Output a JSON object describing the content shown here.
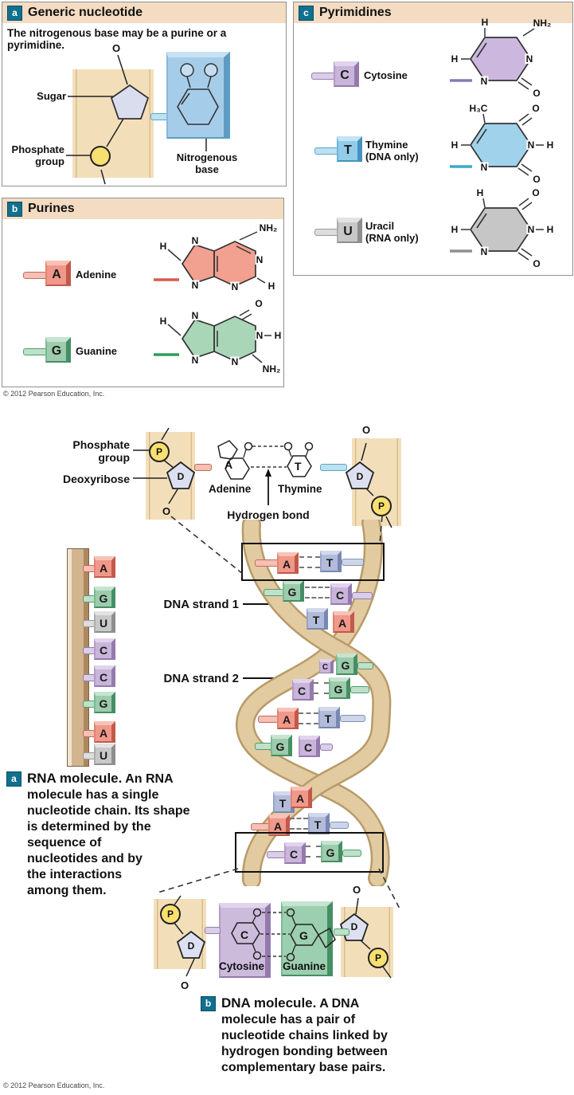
{
  "colors": {
    "badge_teal": "#11708E",
    "header_peach": "#F3DCC2",
    "adenine_red": "#F0988A",
    "guanine_green": "#9CCCAC",
    "cytosine_purple": "#C9B4DA",
    "thymine_blue": "#92CCE8",
    "thymine_periwinkle": "#B2BCDA",
    "uracil_gray": "#C8C8C8",
    "backbone_tan": "#F2DFBA",
    "ribbon_tan": "#DCC394",
    "phosphate_yellow": "#F8E070"
  },
  "panel_a": {
    "badge": "a",
    "title": "Generic nucleotide",
    "subtitle": "The nitrogenous base may be a purine or a pyrimidine.",
    "o_label": "O",
    "sugar_label": "Sugar",
    "phosphate_label": "Phosphate\ngroup",
    "nitrogenous_label": "Nitrogenous\nbase"
  },
  "panel_b": {
    "badge": "b",
    "title": "Purines",
    "copyright": "© 2012 Pearson Education, Inc.",
    "adenine": {
      "letter": "A",
      "name": "Adenine"
    },
    "guanine": {
      "letter": "G",
      "name": "Guanine"
    }
  },
  "panel_c": {
    "badge": "c",
    "title": "Pyrimidines",
    "cytosine": {
      "letter": "C",
      "name": "Cytosine"
    },
    "thymine": {
      "letter": "T",
      "name": "Thymine\n(DNA only)"
    },
    "uracil": {
      "letter": "U",
      "name": "Uracil\n(RNA only)"
    }
  },
  "molecules": {
    "adenine": {
      "h1": "H",
      "n1": "N",
      "nh2": "NH₂",
      "n2": "N",
      "n3": "N",
      "h2": "H",
      "n4": "N"
    },
    "guanine": {
      "h1": "H",
      "n1": "N",
      "o": "O",
      "n2": "N",
      "h2": "H",
      "n3": "N",
      "nh2": "NH₂",
      "n4": "N"
    },
    "cytosine": {
      "h1": "H",
      "nh2": "NH₂",
      "h2": "H",
      "n1": "N",
      "n2": "N",
      "o": "O"
    },
    "thymine": {
      "h3c": "H₃C",
      "o1": "O",
      "h1": "H",
      "n1": "N",
      "h2": "H",
      "n2": "N",
      "o2": "O"
    },
    "uracil": {
      "h1": "H",
      "o1": "O",
      "h2": "H",
      "n1": "N",
      "h3": "H",
      "n2": "N",
      "o2": "O"
    }
  },
  "top_detail": {
    "phosphate_label": "Phosphate\ngroup",
    "deoxyribose_label": "Deoxyribose",
    "p_left": "P",
    "d_left": "D",
    "o_bottom": "O",
    "a": "A",
    "adenine_label": "Adenine",
    "t": "T",
    "thymine_label": "Thymine",
    "hydrogen_bond_label": "Hydrogen bond",
    "d_right": "D",
    "p_right": "P",
    "o_top": "O"
  },
  "rna": {
    "bases": [
      {
        "letter": "A"
      },
      {
        "letter": "G"
      },
      {
        "letter": "U"
      },
      {
        "letter": "C"
      },
      {
        "letter": "C"
      },
      {
        "letter": "G"
      },
      {
        "letter": "A"
      },
      {
        "letter": "U"
      }
    ]
  },
  "helix": {
    "strand1_label": "DNA strand 1",
    "strand2_label": "DNA strand 2",
    "pairs": [
      {
        "l": "A",
        "r": "T"
      },
      {
        "l": "G",
        "r": "C"
      },
      {
        "l": "T",
        "r": "A"
      },
      {
        "l": "C",
        "r": "G"
      },
      {
        "l": "C",
        "r": "G"
      },
      {
        "l": "A",
        "r": "T"
      },
      {
        "l": "G",
        "r": "C"
      },
      {
        "l": "T",
        "r": "A"
      },
      {
        "l": "A",
        "r": "T"
      },
      {
        "l": "C",
        "r": "G"
      }
    ]
  },
  "caption_a": {
    "badge": "a",
    "title": "RNA molecule.",
    "body": "An RNA\nmolecule has a single\nnucleotide chain. Its shape\nis determined by the\nsequence of\nnucleotides and by\nthe interactions\namong them."
  },
  "bottom_detail": {
    "p_left": "P",
    "d_left": "D",
    "o_left": "O",
    "c": "C",
    "cytosine_label": "Cytosine",
    "g": "G",
    "guanine_label": "Guanine",
    "d_right": "D",
    "p_right": "P",
    "o_right": "O"
  },
  "caption_b": {
    "badge": "b",
    "title": "DNA molecule.",
    "body": "A DNA\nmolecule has a pair of\nnucleotide chains linked by\nhydrogen bonding between\ncomplementary base pairs."
  },
  "footer": {
    "copyright": "© 2012 Pearson Education, Inc."
  }
}
